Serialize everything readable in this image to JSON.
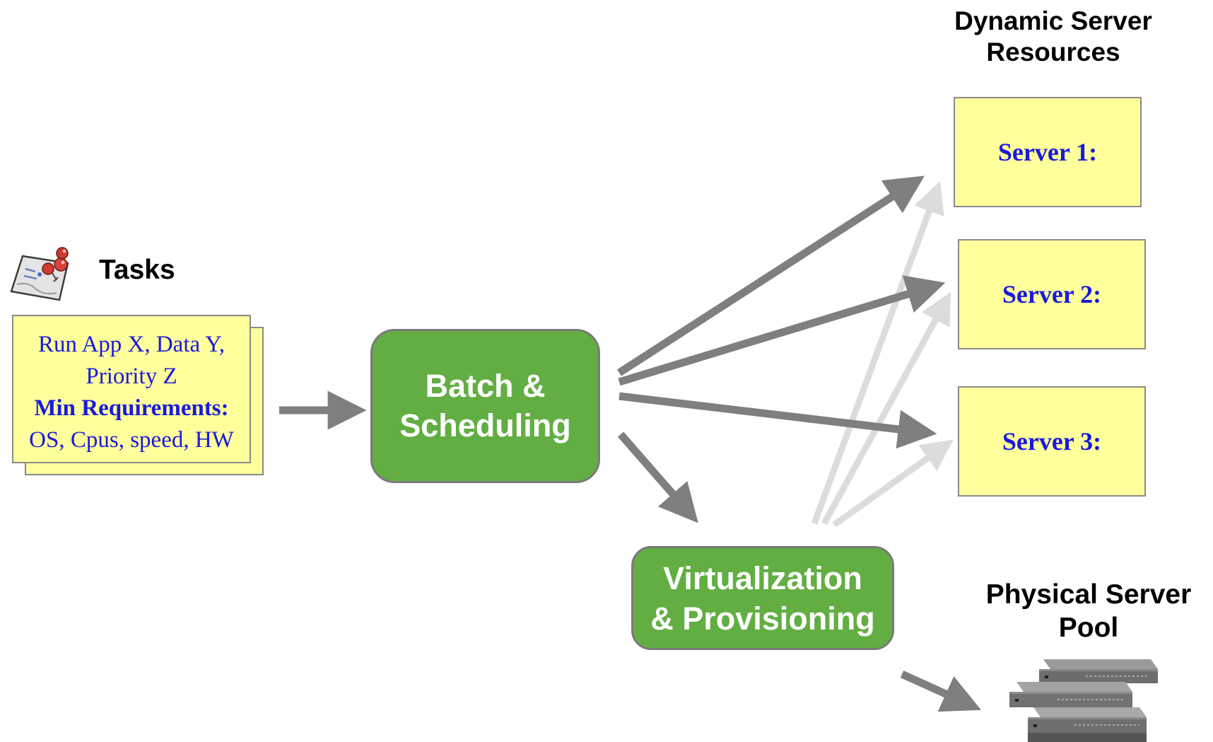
{
  "headings": {
    "tasks": "Tasks",
    "dynamic_line1": "Dynamic Server",
    "dynamic_line2": "Resources",
    "physical_line1": "Physical Server",
    "physical_line2": "Pool"
  },
  "task_card": {
    "line1": "Run App X, Data Y,",
    "line2": "Priority Z",
    "line3": "Min Requirements:",
    "line4": "OS, Cpus, speed, HW"
  },
  "batch": {
    "line1": "Batch &",
    "line2": "Scheduling"
  },
  "virtualization": {
    "line1": "Virtualization",
    "line2": "& Provisioning"
  },
  "servers": [
    {
      "label": "Server 1:"
    },
    {
      "label": "Server 2:"
    },
    {
      "label": "Server 3:"
    }
  ],
  "icons": {
    "tasks": "clipboard-pushpin-icon",
    "server_pool": "rack-servers-icon"
  },
  "colors": {
    "green": "#62ae43",
    "note_yellow": "#ffff9c",
    "text_blue": "#1a1adc",
    "arrow_dark": "#7f7f7f",
    "arrow_light": "#dcdcdc"
  }
}
